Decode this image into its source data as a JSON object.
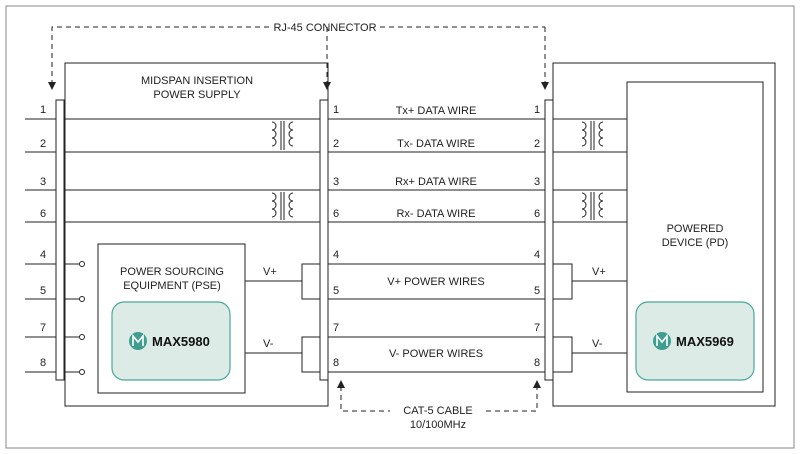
{
  "colors": {
    "line": "#222222",
    "frame": "#888888",
    "chip_fill": "#dcebe6",
    "chip_stroke": "#4aa89a",
    "logo": "#3f9e90"
  },
  "labels": {
    "connector": "RJ-45 CONNECTOR",
    "midspan_line1": "MIDSPAN INSERTION",
    "midspan_line2": "POWER SUPPLY",
    "pse_line1": "POWER SOURCING",
    "pse_line2": "EQUIPMENT (PSE)",
    "pd_line1": "POWERED",
    "pd_line2": "DEVICE (PD)",
    "cable_line1": "CAT-5 CABLE",
    "cable_line2": "10/100MHz",
    "vplus": "V+",
    "vminus": "V-"
  },
  "wires": {
    "tx_plus": "Tx+ DATA WIRE",
    "tx_minus": "Tx- DATA WIRE",
    "rx_plus": "Rx+ DATA WIRE",
    "rx_minus": "Rx- DATA WIRE",
    "v_plus": "V+ POWER WIRES",
    "v_minus": "V- POWER WIRES"
  },
  "pins": [
    "1",
    "2",
    "3",
    "6",
    "4",
    "5",
    "7",
    "8"
  ],
  "chips": {
    "pse": "MAX5980",
    "pd": "MAX5969"
  },
  "icons": {
    "logo": "maxim-logo-icon",
    "transformer": "transformer-icon",
    "terminal": "terminal-circle-icon"
  }
}
